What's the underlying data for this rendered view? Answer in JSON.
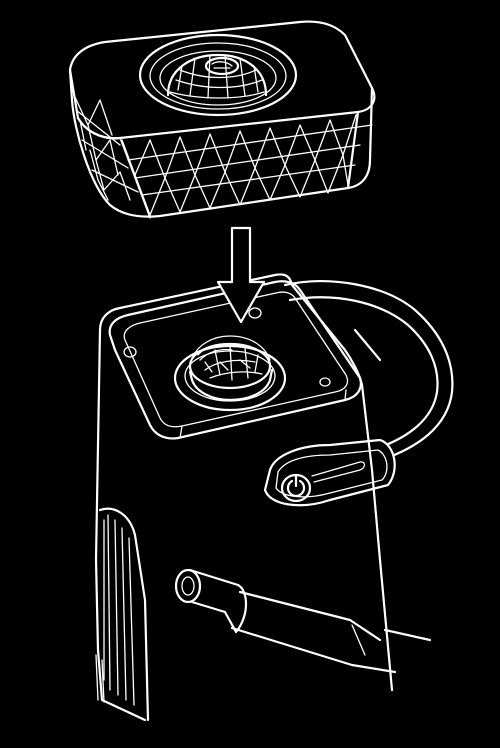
{
  "colors": {
    "background": "#000000",
    "line": "#ffffff"
  },
  "parts": {
    "lid": "lattice-lid",
    "base": "device-base",
    "arrow": "down-arrow",
    "strap": "side-strap",
    "button": "power-button",
    "mouthpiece": "mouthpiece-tube"
  }
}
